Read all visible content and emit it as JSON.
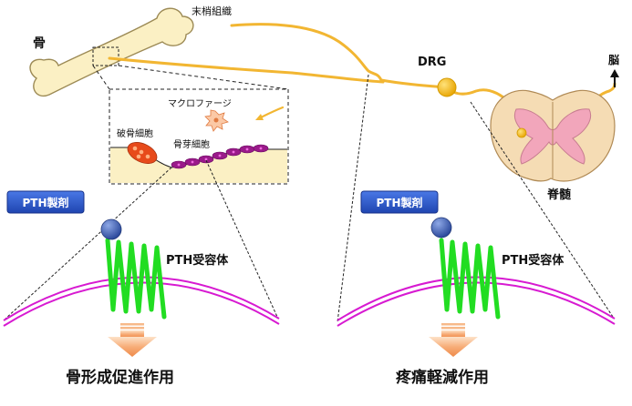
{
  "labels": {
    "bone": "骨",
    "peripheral_tissue": "末梢組織",
    "drg": "DRG",
    "brain": "脳",
    "spinal_cord": "脊髄",
    "macrophage": "マクロファージ",
    "osteoclast": "破骨細胞",
    "osteoblast": "骨芽細胞",
    "pth_drug_left": "PTH製剤",
    "pth_drug_right": "PTH製剤",
    "pth_receptor_left": "PTH受容体",
    "pth_receptor_right": "PTH受容体",
    "effect_left": "骨形成促進作用",
    "effect_right": "疼痛軽減作用"
  },
  "colors": {
    "nerve": "#f2b632",
    "bone_fill": "#fbf0c4",
    "bone_stroke": "#9c8a55",
    "membrane": "#d71ad1",
    "receptor": "#22dd22",
    "pth_ball": "#3f5fad",
    "badge": "#2b55c4",
    "arrow": "#f5a16a",
    "spinal_outer": "#f5dcb4",
    "spinal_inner": "#f2a6bb",
    "osteoclast": "#e74a1b",
    "osteoblast": "#9a1a8a"
  }
}
